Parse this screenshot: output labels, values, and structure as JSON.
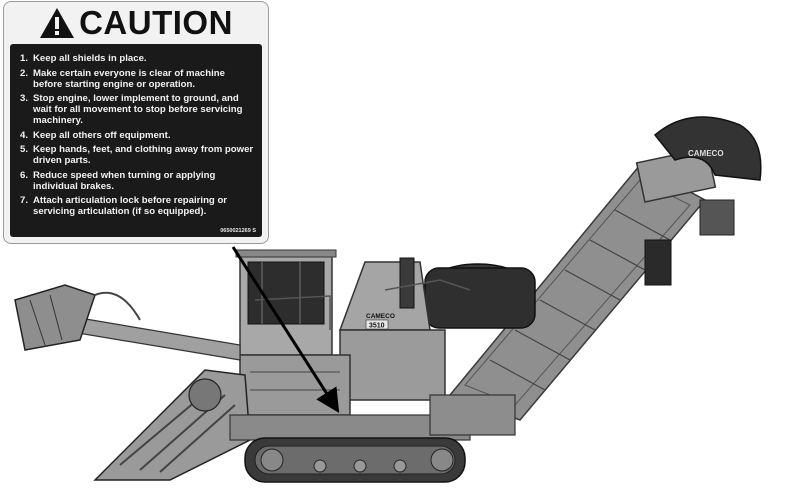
{
  "decal": {
    "title": "CAUTION",
    "icon": "warning-triangle-icon",
    "rules": [
      {
        "num": "1.",
        "text": "Keep all shields in place."
      },
      {
        "num": "2.",
        "text": "Make certain everyone is clear of machine before starting engine or operation."
      },
      {
        "num": "3.",
        "text": "Stop engine, lower implement to ground, and wait for all movement to stop before servicing machinery."
      },
      {
        "num": "4.",
        "text": "Keep all others off equipment."
      },
      {
        "num": "5.",
        "text": "Keep hands, feet, and clothing away from power driven parts."
      },
      {
        "num": "6.",
        "text": "Reduce speed when turning or applying individual brakes."
      },
      {
        "num": "7.",
        "text": "Attach articulation lock before repairing or servicing articulation (if so equipped)."
      }
    ],
    "part_number": "0650021269 S"
  },
  "machine": {
    "brand_elevator": "CAMECO",
    "brand_body": "CAMECO",
    "model": "3510"
  },
  "colors": {
    "decal_dark": "#1a1a1a",
    "decal_light": "#f2f2f2",
    "machine_body": "#9b9b9b",
    "machine_dark": "#2a2a2a"
  }
}
